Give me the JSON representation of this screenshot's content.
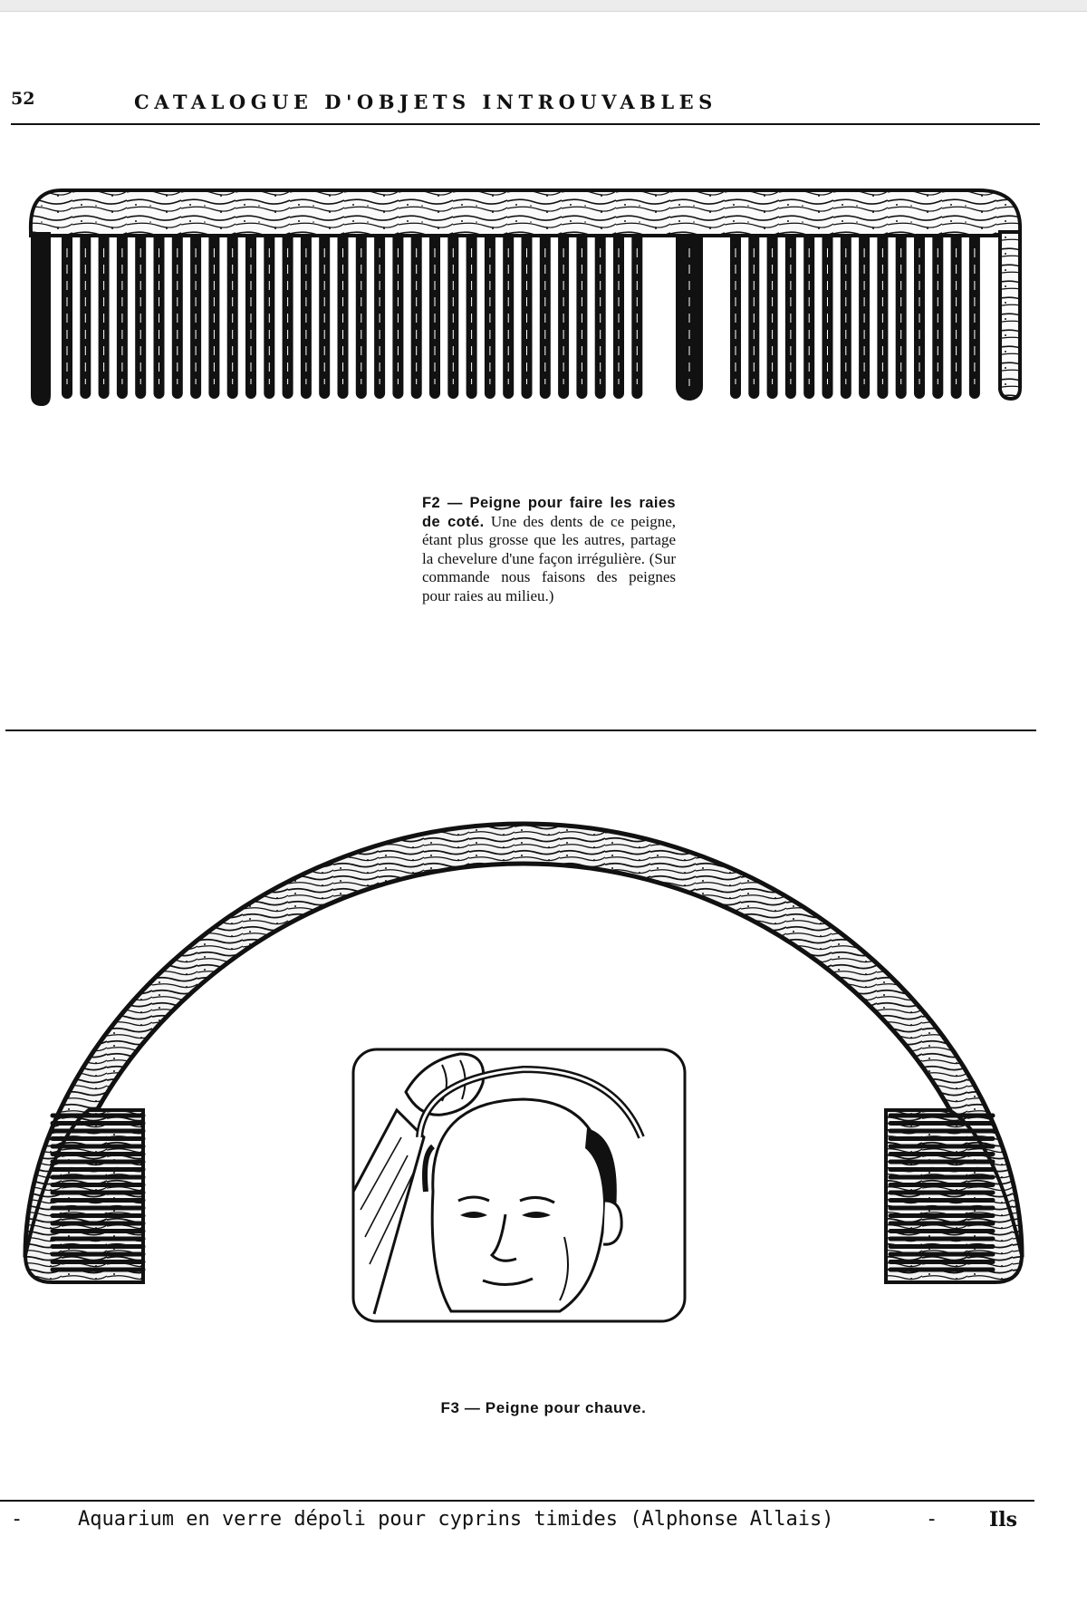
{
  "header": {
    "page_number": "52",
    "title": "CATALOGUE D'OBJETS INTROUVABLES"
  },
  "figure_f2": {
    "label": "F2 — Peigne pour faire les raies de coté.",
    "text": "Une des dents de ce peigne, étant plus grosse que les autres, partage la chevelure d'une façon irrégulière. (Sur commande nous faisons des peignes pour raies au milieu.)",
    "illustration": "comb-side-parting"
  },
  "figure_f3": {
    "label": "F3 — Peigne pour chauve.",
    "illustration": "arched-comb-bald-man"
  },
  "footer": {
    "dash_left": "-",
    "quote": "Aquarium en verre dépoli pour cyprins timides (Alphonse Allais)",
    "dash_right": "-",
    "right_text": "Ils"
  },
  "colors": {
    "ink": "#111111",
    "paper": "#ffffff"
  }
}
